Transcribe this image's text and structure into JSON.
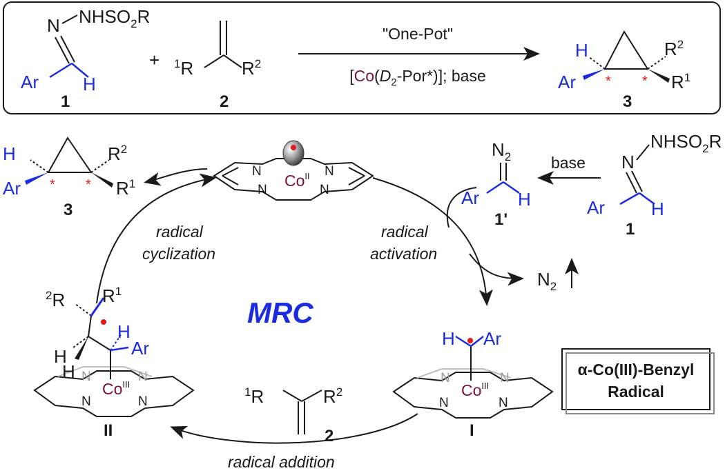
{
  "top_scheme": {
    "r1_hydrazone": "N",
    "r1_group": "NHSO",
    "r1_sub": "2",
    "r1_r": "R",
    "r1_ar": "Ar",
    "r1_h": "H",
    "r1_label": "1",
    "plus": "+",
    "r2_r1": "R",
    "r2_r1_sup": "1",
    "r2_r2": "R",
    "r2_r2_sup": "2",
    "r2_label": "2",
    "arrow_top": "\"One-Pot\"",
    "arrow_bottom_open": "[",
    "arrow_bottom_co": "Co",
    "arrow_bottom_paren": "(",
    "arrow_bottom_d": "D",
    "arrow_bottom_d_sub": "2",
    "arrow_bottom_rest": "-Por*)]; base",
    "p_h": "H",
    "p_ar": "Ar",
    "p_r2": "R",
    "p_r2_sup": "2",
    "p_r1": "R",
    "p_r1_sup": "1",
    "p_label": "3",
    "star": "*"
  },
  "cycle": {
    "center_label": "MRC",
    "step_radical_cyclization_1": "radical",
    "step_radical_cyclization_2": "cyclization",
    "step_radical_activation_1": "radical",
    "step_radical_activation_2": "activation",
    "step_radical_addition": "radical addition",
    "base_label": "base",
    "n2_label": "N",
    "n2_sub": "2",
    "diazo_n2": "N",
    "diazo_n2_sub": "2",
    "diazo_ar": "Ar",
    "diazo_h": "H",
    "diazo_label": "1'",
    "hydrazone_n": "N",
    "hydrazone_group": "NHSO",
    "hydrazone_sub": "2",
    "hydrazone_r": "R",
    "hydrazone_ar": "Ar",
    "hydrazone_h": "H",
    "hydrazone_label": "1",
    "product_h": "H",
    "product_ar": "Ar",
    "product_r2": "R",
    "product_r2_sup": "2",
    "product_r1": "R",
    "product_r1_sup": "1",
    "product_label": "3",
    "catalyst_co": "Co",
    "catalyst_ox": "II",
    "catalyst_n": "N",
    "intermediate_i_label": "I",
    "intermediate_i_h": "H",
    "intermediate_i_ar": "Ar",
    "intermediate_i_co": "Co",
    "intermediate_i_ox": "III",
    "intermediate_ii_label": "II",
    "intermediate_ii_co": "Co",
    "intermediate_ii_ox": "III",
    "intermediate_ii_r2": "R",
    "intermediate_ii_r2_sup": "2",
    "intermediate_ii_r1": "R",
    "intermediate_ii_r1_sup": "1",
    "intermediate_ii_h1": "H",
    "intermediate_ii_h2": "H",
    "intermediate_ii_h3": "H",
    "intermediate_ii_ar": "Ar",
    "alkene_r1": "R",
    "alkene_r1_sup": "1",
    "alkene_r2": "R",
    "alkene_r2_sup": "2",
    "alkene_label": "2",
    "box_line1": "α-Co(III)-Benzyl",
    "box_line2": "Radical"
  },
  "colors": {
    "blue": "#1a2be0",
    "cobalt": "#7a1236",
    "red": "#e01a1a",
    "black": "#1a1a1a"
  }
}
